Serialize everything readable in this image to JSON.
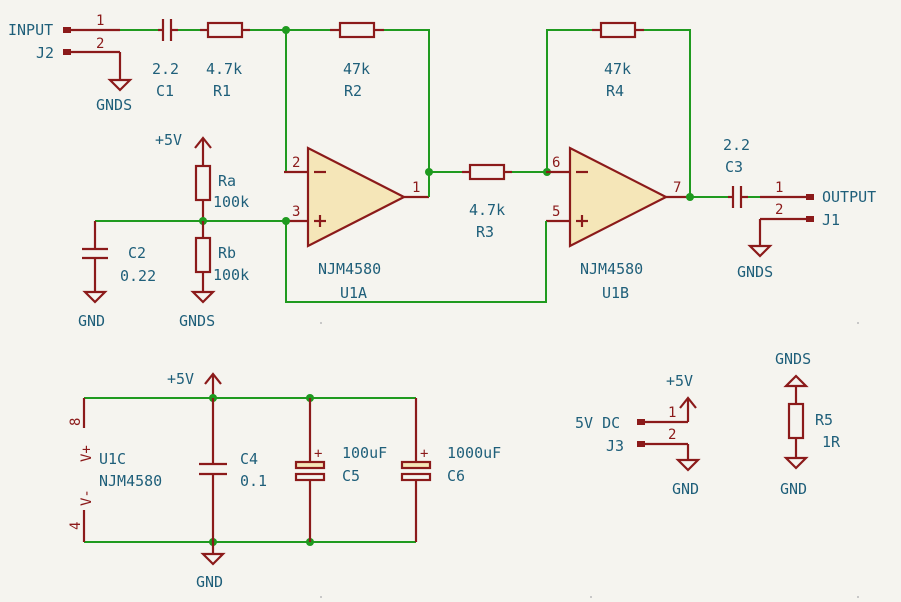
{
  "connectors": {
    "j2": {
      "ref": "J2",
      "name": "INPUT",
      "pin1": "1",
      "pin2": "2",
      "gnd": "GNDS"
    },
    "j1": {
      "ref": "J1",
      "name": "OUTPUT",
      "pin1": "1",
      "pin2": "2",
      "gnd": "GNDS"
    },
    "j3": {
      "ref": "J3",
      "name": "5V DC",
      "pin1": "1",
      "pin2": "2",
      "vcc": "+5V",
      "gnd": "GND"
    }
  },
  "components": {
    "c1": {
      "ref": "C1",
      "value": "2.2"
    },
    "r1": {
      "ref": "R1",
      "value": "4.7k"
    },
    "r2": {
      "ref": "R2",
      "value": "47k"
    },
    "r3": {
      "ref": "R3",
      "value": "4.7k"
    },
    "r4": {
      "ref": "R4",
      "value": "47k"
    },
    "c3": {
      "ref": "C3",
      "value": "2.2"
    },
    "ra": {
      "ref": "Ra",
      "value": "100k"
    },
    "rb": {
      "ref": "Rb",
      "value": "100k"
    },
    "c2": {
      "ref": "C2",
      "value": "0.22"
    },
    "c4": {
      "ref": "C4",
      "value": "0.1"
    },
    "c5": {
      "ref": "C5",
      "value": "100uF"
    },
    "c6": {
      "ref": "C6",
      "value": "1000uF"
    },
    "r5": {
      "ref": "R5",
      "value": "1R"
    }
  },
  "opamps": {
    "u1a": {
      "ref": "U1A",
      "value": "NJM4580",
      "pin_minus": "2",
      "pin_plus": "3",
      "pin_out": "1"
    },
    "u1b": {
      "ref": "U1B",
      "value": "NJM4580",
      "pin_minus": "6",
      "pin_plus": "5",
      "pin_out": "7"
    },
    "u1c": {
      "ref": "U1C",
      "value": "NJM4580",
      "pin_vp": "8",
      "pin_vn": "4",
      "label_vp": "V+",
      "label_vn": "V-"
    }
  },
  "power": {
    "vcc_bias": "+5V",
    "gnd_c2": "GND",
    "gnds_rb": "GNDS",
    "vcc_supply": "+5V",
    "gnd_supply": "GND",
    "gnds_r5": "GNDS",
    "gnd_r5": "GND"
  }
}
